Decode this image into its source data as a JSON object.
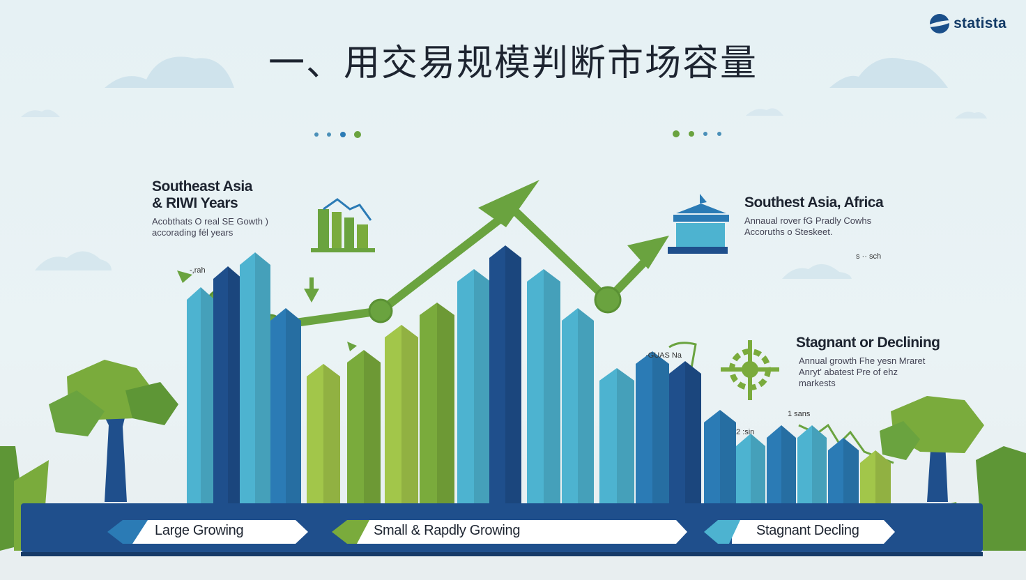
{
  "header": {
    "title": "一、用交易规模判断市场容量",
    "brand": "statista"
  },
  "regions": [
    {
      "heading_lines": [
        "Southeast Asia",
        "& RIWI Years"
      ],
      "desc_lines": [
        "Acobthats O real SE Gowth )",
        "accorading fél years"
      ]
    },
    {
      "heading_lines": [
        "Southest Asia, Africa"
      ],
      "desc_lines": [
        "Annaual rover fG Pradly Cowhs",
        "Accoruths o Steskeet."
      ]
    },
    {
      "heading_lines": [
        "Stagnant or Declining"
      ],
      "desc_lines": [
        "Annual growth Fhe yesn Mraret",
        "Anryt' abatest Pre of ehz",
        "markests"
      ]
    }
  ],
  "small_labels": [
    "-,rah",
    "s ·· sch",
    "·GUAS Na",
    "2 :sin",
    "1 sans"
  ],
  "bottom_bar": {
    "segments": [
      "Large Growing",
      "Small & Rapdly Growing",
      "Stagnant Decling"
    ]
  },
  "colors": {
    "navy": "#1f4f8c",
    "blue": "#2b7bb5",
    "teal": "#4db3d0",
    "green": "#7aab3c",
    "lightGreen": "#a2c64a",
    "trend": "#6aa33f"
  }
}
